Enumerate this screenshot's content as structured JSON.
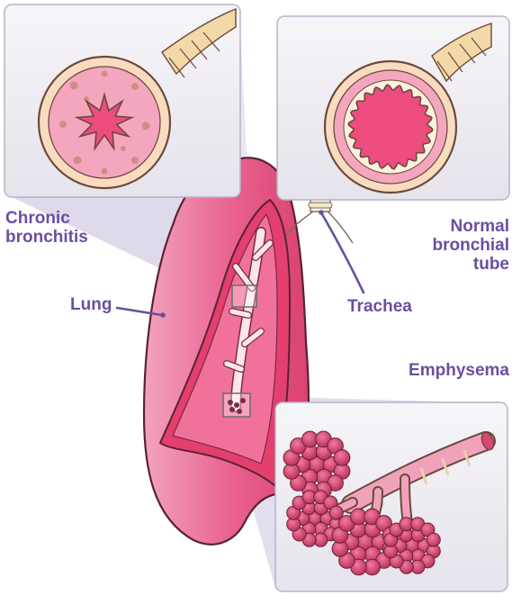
{
  "labels": {
    "chronic_bronchitis": "Chronic\nbronchitis",
    "normal_bronchial_tube": "Normal\nbronchial\ntube",
    "lung": "Lung",
    "trachea": "Trachea",
    "emphysema": "Emphysema"
  },
  "colors": {
    "label_text": "#6a4fa0",
    "lung_pink": "#e8558a",
    "airway_tissue": "#f5a8bf",
    "cartilage_ring": "#f0ddb0",
    "inset_background": "#efedf3"
  }
}
